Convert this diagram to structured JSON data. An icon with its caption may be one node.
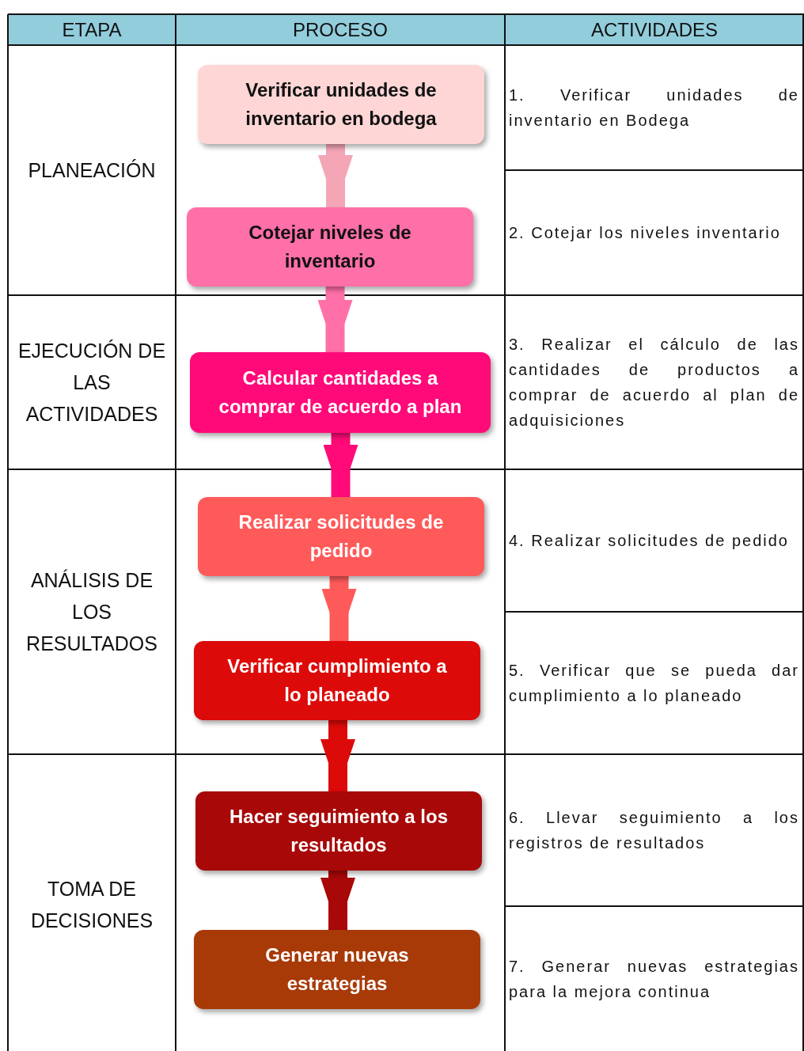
{
  "diagram": {
    "nodes": [
      {
        "text": [
          "Verificar unidades de inventario en bodega"
        ]
      },
      {
        "text": [
          "Cotejar niveles de inventario"
        ]
      },
      {
        "text": [
          "Calcular cantidades a comprar de acuerdo a plan"
        ]
      },
      {
        "text": [
          "Realizar solicitudes de pedido"
        ]
      },
      {
        "text": [
          "Verificar cumplimiento a lo planeado"
        ]
      },
      {
        "text": [
          "Hacer seguimiento a los resultados"
        ]
      },
      {
        "text": [
          "Generar nuevas estrategias"
        ]
      }
    ],
    "edges": [
      {
        "from": 0,
        "to": 1,
        "arrow": "to",
        "color": "#f4a6b6"
      },
      {
        "from": 1,
        "to": 2,
        "arrow": "to",
        "color": "#ff6fa8"
      },
      {
        "from": 2,
        "to": 3,
        "arrow": "to",
        "color": "#ff0a78"
      },
      {
        "from": 3,
        "to": 4,
        "arrow": "to",
        "color": "#ff5a5a"
      },
      {
        "from": 4,
        "to": 5,
        "arrow": "to",
        "color": "#dd0a0a"
      },
      {
        "from": 5,
        "to": 6,
        "arrow": "to",
        "color": "#a80808"
      }
    ],
    "labels": [
      "ETAPA",
      "PROCESO",
      "ACTIVIDADES",
      "PLANEACIÓN",
      "1. Verificar unidades de inventario en Bodega",
      "2. Cotejar los niveles inventario",
      "EJECUCIÓN DE LAS ACTIVIDADES",
      "3. Realizar el cálculo de las cantidades de productos a comprar de acuerdo al plan de adquisiciones",
      "ANÁLISIS DE LOS RESULTADOS",
      "4. Realizar solicitudes de pedido",
      "5. Verificar que se pueda dar cumplimiento a lo planeado",
      "TOMA DE DECISIONES",
      "6. Llevar seguimiento a los registros de resultados",
      "7. Generar nuevas estrategias para la mejora continua"
    ]
  }
}
